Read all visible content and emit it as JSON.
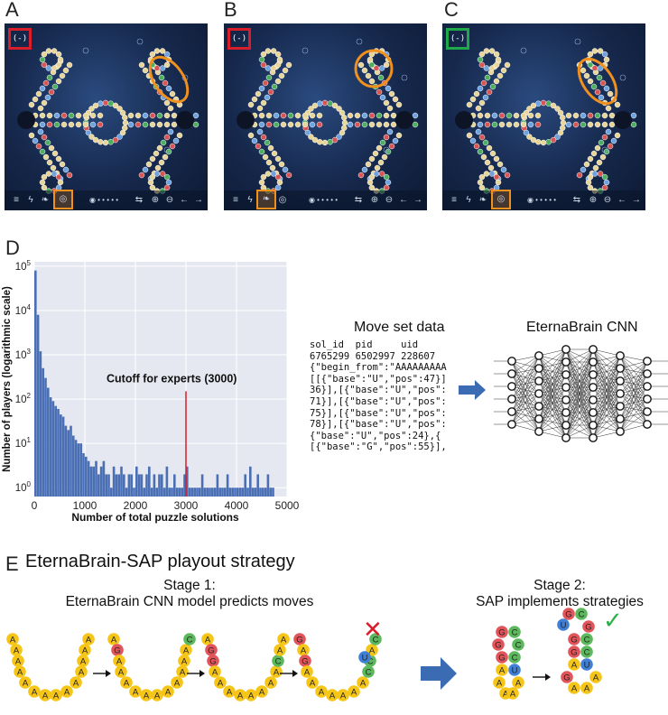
{
  "panels": {
    "a": {
      "label": "A"
    },
    "b": {
      "label": "B"
    },
    "c": {
      "label": "C"
    },
    "d": {
      "label": "D"
    },
    "e": {
      "label": "E"
    }
  },
  "game_ui": {
    "mode_icon": "(-)",
    "toolbar_icons": [
      "menu-icon",
      "bolt-icon",
      "leaf-icon",
      "target-icon",
      "palette-icon",
      "swap-icon",
      "zoom-in-icon",
      "zoom-out-icon",
      "undo-icon",
      "redo-icon"
    ],
    "colors": {
      "background": "#16284c",
      "highlight_orange": "#f0901e",
      "mode_red": "#d81e2a",
      "mode_green": "#1ea84a"
    }
  },
  "chart_data": {
    "type": "bar",
    "xlabel": "Number of total puzzle solutions",
    "ylabel": "Number of players (logarithmic scale)",
    "x_ticks": [
      "0",
      "1000",
      "2000",
      "3000",
      "4000",
      "5000"
    ],
    "y_ticks": [
      "10^0",
      "10^1",
      "10^2",
      "10^3",
      "10^4",
      "10^5"
    ],
    "xlim": [
      0,
      5000
    ],
    "ylim_log10": [
      -0.2,
      5.1
    ],
    "yscale": "log",
    "grid": true,
    "bin_width": 50,
    "bins_start": [
      0,
      50,
      100,
      150,
      200,
      250,
      300,
      350,
      400,
      450,
      500,
      550,
      600,
      650,
      700,
      750,
      800,
      850,
      900,
      950,
      1000,
      1050,
      1100,
      1150,
      1200,
      1250,
      1300,
      1350,
      1400,
      1450,
      1500,
      1550,
      1600,
      1650,
      1700,
      1750,
      1800,
      1850,
      1900,
      1950,
      2000,
      2050,
      2100,
      2150,
      2200,
      2250,
      2300,
      2350,
      2400,
      2450,
      2500,
      2550,
      2600,
      2650,
      2700,
      2750,
      2800,
      2850,
      2900,
      2950,
      3000,
      3050,
      3100,
      3150,
      3200,
      3250,
      3300,
      3350,
      3400,
      3450,
      3500,
      3550,
      3600,
      3650,
      3700,
      3750,
      3800,
      3850,
      3900,
      3950,
      4000,
      4050,
      4100,
      4150,
      4200,
      4250,
      4300,
      4350,
      4400,
      4450,
      4500,
      4550,
      4600,
      4650,
      4700
    ],
    "values": [
      80000,
      8000,
      1200,
      500,
      300,
      180,
      110,
      90,
      70,
      60,
      45,
      40,
      25,
      20,
      25,
      15,
      12,
      10,
      10,
      6,
      5,
      4,
      3,
      3,
      4,
      2,
      3,
      4,
      2,
      2,
      1,
      3,
      2,
      2,
      3,
      2,
      1,
      2,
      2,
      1,
      3,
      2,
      2,
      1,
      2,
      3,
      1,
      2,
      1,
      2,
      2,
      1,
      3,
      1,
      1,
      2,
      1,
      1,
      1,
      2,
      3,
      1,
      1,
      1,
      1,
      1,
      2,
      1,
      1,
      1,
      1,
      1,
      2,
      1,
      1,
      1,
      2,
      1,
      1,
      1,
      1,
      1,
      1,
      2,
      1,
      3,
      1,
      1,
      2,
      1,
      1,
      1,
      2,
      1,
      1
    ],
    "annotation": {
      "text": "Cutoff for experts (3000)",
      "x": 3000,
      "color": "#d81e2a"
    },
    "bar_color": "#4a6fb5"
  },
  "move_set": {
    "title": "Move set data",
    "lines": [
      "sol_id  pid     uid",
      "6765299 6502997 228607",
      "{\"begin_from\":\"AAAAAAAAA",
      "[[{\"base\":\"U\",\"pos\":47}]",
      "36}],[{\"base\":\"U\",\"pos\":",
      "71}],[{\"base\":\"U\",\"pos\":",
      "75}],[{\"base\":\"U\",\"pos\":",
      "78}],[{\"base\":\"U\",\"pos\":",
      "{\"base\":\"U\",\"pos\":24},{",
      "[{\"base\":\"G\",\"pos\":55}],"
    ]
  },
  "cnn": {
    "title": "EternaBrain CNN"
  },
  "section_e": {
    "title": "EternaBrain-SAP playout strategy",
    "stage1_line1": "Stage 1:",
    "stage1_line2": "EternaBrain CNN model predicts moves",
    "stage2_line1": "Stage 2:",
    "stage2_line2": "SAP implements strategies",
    "base_letters": {
      "a": "A",
      "g": "G",
      "c": "C",
      "u": "U"
    },
    "base_colors": {
      "A": "#f5c518",
      "G": "#e0545a",
      "C": "#5cb85c",
      "U": "#3f7fd6"
    },
    "fail_mark": "✕",
    "success_mark": "✓"
  }
}
